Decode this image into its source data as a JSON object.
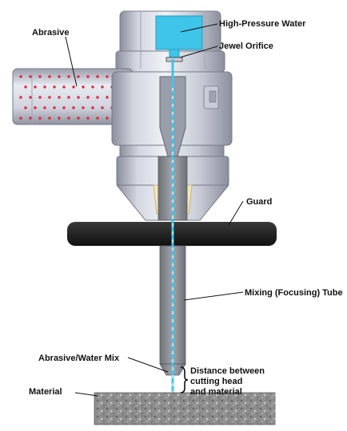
{
  "labels": {
    "water": "High-Pressure Water",
    "orifice": "Jewel Orifice",
    "abrasive": "Abrasive",
    "guard": "Guard",
    "tube": "Mixing (Focusing) Tube",
    "mix": "Abrasive/Water Mix",
    "distance_line1": "Distance between",
    "distance_line2": "cutting head",
    "distance_line3": "and material",
    "material": "Material"
  },
  "colors": {
    "body_light": "#e3e5ed",
    "body_mid": "#b9bcc8",
    "body_dark": "#8b8f9c",
    "water": "#3fc4ea",
    "abrasive_dot": "#e0263b",
    "guard": "#222222",
    "tube": "#8d8f96",
    "sleeve": "#f3e7b9",
    "material": "#8c8c8c"
  }
}
